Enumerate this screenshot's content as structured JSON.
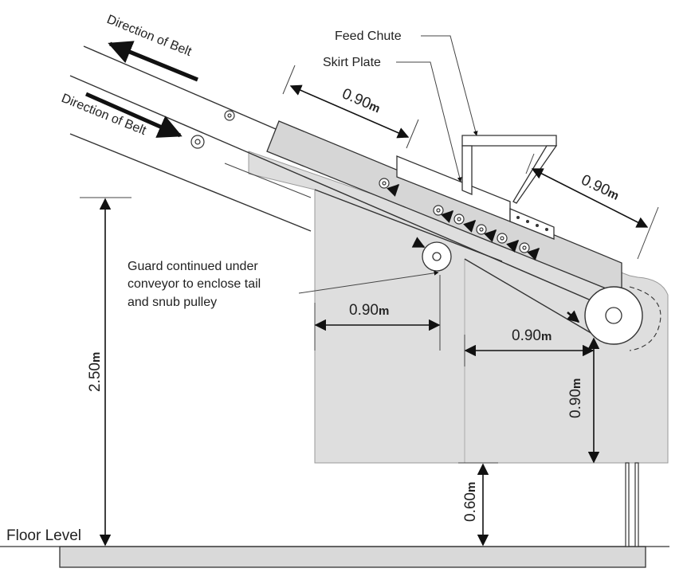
{
  "labels": {
    "feed_chute": "Feed Chute",
    "skirt_plate": "Skirt Plate",
    "direction_upper": "Direction of Belt",
    "direction_lower": "Direction of Belt",
    "guard_line1": "Guard continued under",
    "guard_line2": "conveyor to enclose tail",
    "guard_line3": "and snub pulley",
    "floor_level": "Floor Level"
  },
  "dimensions": {
    "top_left": {
      "value": "0.90",
      "unit": "m"
    },
    "top_right": {
      "value": "0.90",
      "unit": "m"
    },
    "mid_left": {
      "value": "0.90",
      "unit": "m"
    },
    "mid_right": {
      "value": "0.90",
      "unit": "m"
    },
    "right_vertical": {
      "value": "0.90",
      "unit": "m"
    },
    "overall_height": {
      "value": "2.50",
      "unit": "m"
    },
    "clearance": {
      "value": "0.60",
      "unit": "m"
    }
  },
  "colors": {
    "guard": "#dedede",
    "outline": "#333333",
    "floor": "#d9d9d9"
  }
}
